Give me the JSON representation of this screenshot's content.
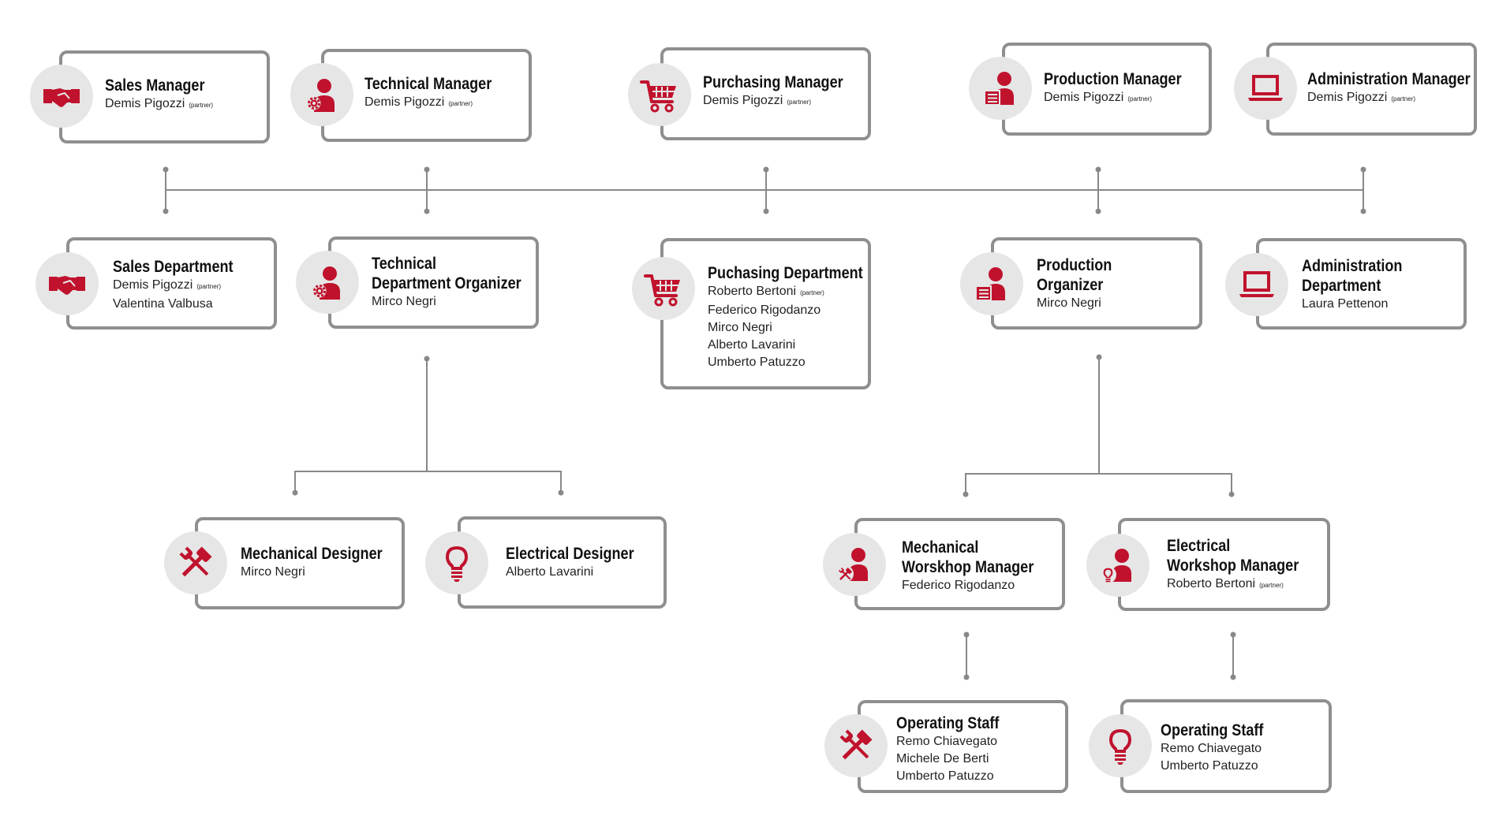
{
  "colors": {
    "accent": "#c0122d",
    "border": "#8f8f8f",
    "icon_bg": "#e6e6e6",
    "line": "#888888"
  },
  "nodes": [
    {
      "id": "sales-manager",
      "icon": "handshake-icon",
      "title": [
        "Sales Manager"
      ],
      "people": [
        {
          "name": "Demis Pigozzi",
          "tag": "(partner)"
        }
      ]
    },
    {
      "id": "technical-manager",
      "icon": "user-gear-icon",
      "title": [
        "Technical Manager"
      ],
      "people": [
        {
          "name": "Demis Pigozzi",
          "tag": "(partner)"
        }
      ]
    },
    {
      "id": "purchasing-manager",
      "icon": "cart-icon",
      "title": [
        "Purchasing Manager"
      ],
      "people": [
        {
          "name": "Demis Pigozzi",
          "tag": "(partner)"
        }
      ]
    },
    {
      "id": "production-manager",
      "icon": "user-document-icon",
      "title": [
        "Production Manager"
      ],
      "people": [
        {
          "name": "Demis Pigozzi",
          "tag": "(partner)"
        }
      ]
    },
    {
      "id": "administration-manager",
      "icon": "laptop-icon",
      "title": [
        "Administration Manager"
      ],
      "people": [
        {
          "name": "Demis Pigozzi",
          "tag": "(partner)"
        }
      ]
    },
    {
      "id": "sales-department",
      "icon": "handshake-icon",
      "title": [
        "Sales Department"
      ],
      "people": [
        {
          "name": "Demis Pigozzi",
          "tag": "(partner)"
        },
        {
          "name": "Valentina Valbusa"
        }
      ]
    },
    {
      "id": "technical-department-organizer",
      "icon": "user-gear-icon",
      "title": [
        "Technical",
        "Department Organizer"
      ],
      "people": [
        {
          "name": "Mirco Negri"
        }
      ]
    },
    {
      "id": "purchasing-department",
      "icon": "cart-icon",
      "title": [
        "Puchasing Department"
      ],
      "people": [
        {
          "name": "Roberto Bertoni",
          "tag": "(partner)"
        },
        {
          "name": "Federico Rigodanzo"
        },
        {
          "name": "Mirco Negri"
        },
        {
          "name": "Alberto Lavarini"
        },
        {
          "name": "Umberto Patuzzo"
        }
      ]
    },
    {
      "id": "production-organizer",
      "icon": "user-document-icon",
      "title": [
        "Production",
        "Organizer"
      ],
      "people": [
        {
          "name": "Mirco Negri"
        }
      ]
    },
    {
      "id": "administration-department",
      "icon": "laptop-icon",
      "title": [
        "Administration",
        "Department"
      ],
      "people": [
        {
          "name": "Laura Pettenon"
        }
      ]
    },
    {
      "id": "mechanical-designer",
      "icon": "tools-icon",
      "title": [
        "Mechanical Designer"
      ],
      "people": [
        {
          "name": "Mirco Negri"
        }
      ]
    },
    {
      "id": "electrical-designer",
      "icon": "lightbulb-icon",
      "title": [
        "Electrical Designer"
      ],
      "people": [
        {
          "name": "Alberto Lavarini"
        }
      ]
    },
    {
      "id": "mechanical-workshop-manager",
      "icon": "user-tools-icon",
      "title": [
        "Mechanical",
        "Worskhop Manager"
      ],
      "people": [
        {
          "name": "Federico Rigodanzo"
        }
      ]
    },
    {
      "id": "electrical-workshop-manager",
      "icon": "user-lightbulb-icon",
      "title": [
        "Electrical",
        "Workshop Manager"
      ],
      "people": [
        {
          "name": "Roberto Bertoni",
          "tag": "(partner)"
        }
      ]
    },
    {
      "id": "mechanical-operating-staff",
      "icon": "tools-icon",
      "title": [
        "Operating Staff"
      ],
      "people": [
        {
          "name": "Remo Chiavegato"
        },
        {
          "name": "Michele De Berti"
        },
        {
          "name": "Umberto Patuzzo"
        }
      ]
    },
    {
      "id": "electrical-operating-staff",
      "icon": "lightbulb-icon",
      "title": [
        "Operating Staff"
      ],
      "people": [
        {
          "name": "Remo Chiavegato"
        },
        {
          "name": "Umberto Patuzzo"
        }
      ]
    }
  ]
}
